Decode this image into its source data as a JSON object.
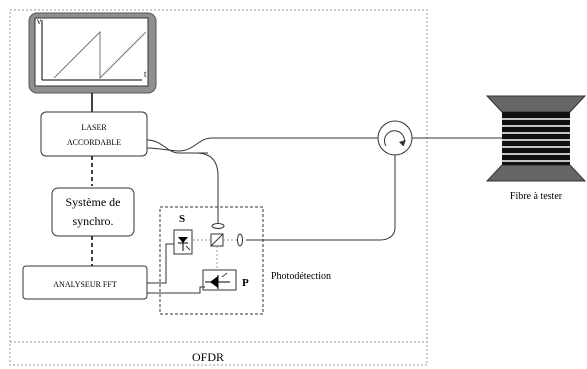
{
  "blocks": {
    "laser_line1": "LASER",
    "laser_line2": "ACCORDABLE",
    "synchro_line1": "Système de",
    "synchro_line2": "synchro.",
    "fft": "ANALYSEUR FFT"
  },
  "graph_axes": {
    "y": "ν",
    "x": "t"
  },
  "labels": {
    "photodetection": "Photodétection",
    "s": "S",
    "p": "P",
    "fibre": "Fibre à tester",
    "ofdr": "OFDR"
  }
}
